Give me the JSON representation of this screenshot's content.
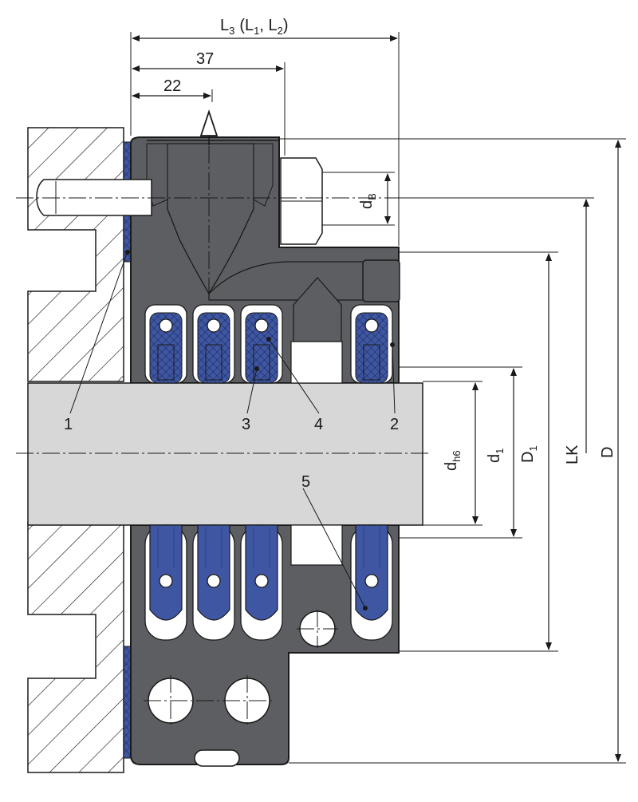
{
  "dimensions": {
    "l3_main": "L",
    "l3_sub": "3",
    "l3_paren_open": "(L",
    "l3_sub1": "1",
    "l3_comma": ", L",
    "l3_sub2": "2",
    "l3_paren_close": ")",
    "d37": "37",
    "d22": "22",
    "db_main": "d",
    "db_sub": "B",
    "dh6_main": "d",
    "dh6_sub": "h6",
    "d1_main": "d",
    "d1_sub": "1",
    "D1_main": "D",
    "D1_sub": "1",
    "lk": "LK",
    "D": "D"
  },
  "callouts": {
    "c1": "1",
    "c2": "2",
    "c3": "3",
    "c4": "4",
    "c5": "5"
  },
  "colors": {
    "body": "#5c5e62",
    "shaft": "#d7d7d7",
    "seal": "#3f57a3",
    "seal_dark": "#2d3f7c",
    "hatch": "#1a1a1a",
    "line": "#1a1a1a",
    "white": "#ffffff"
  }
}
